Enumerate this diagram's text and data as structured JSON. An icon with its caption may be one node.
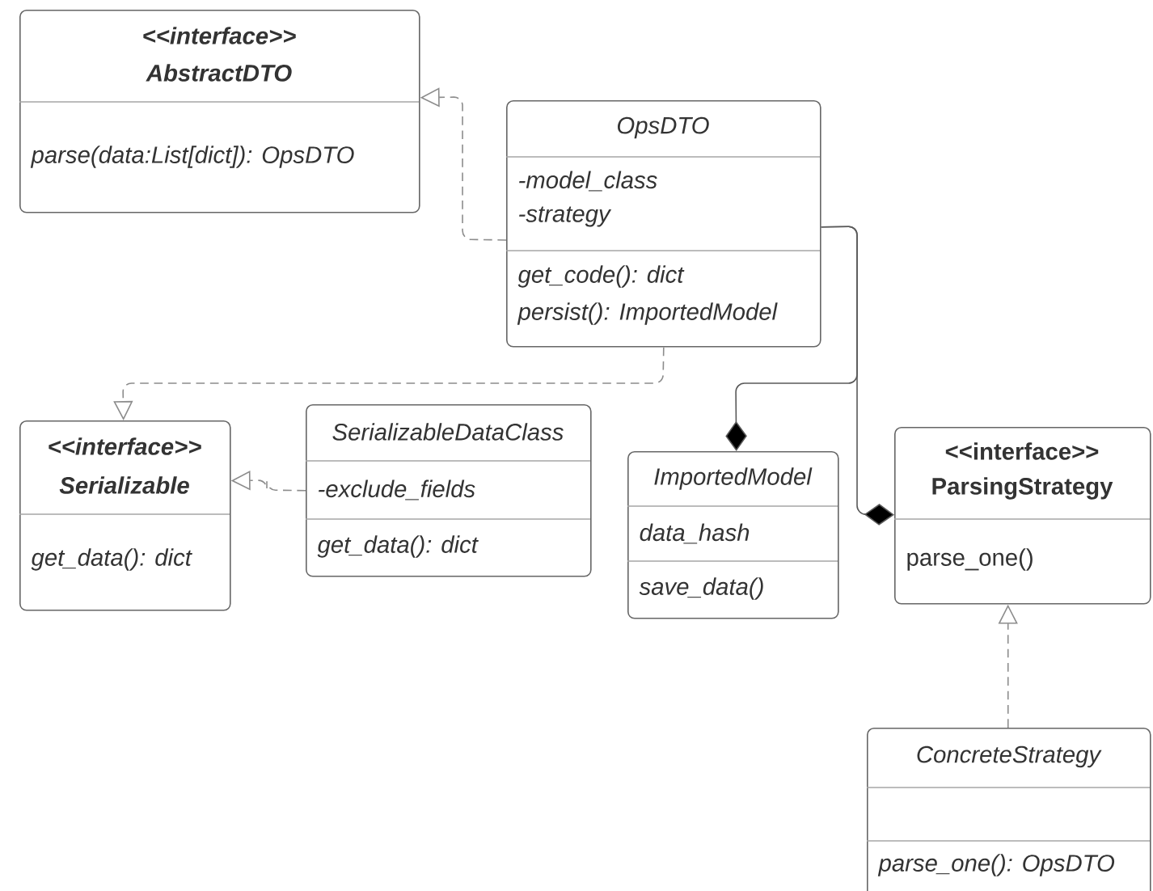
{
  "diagram": {
    "nodes": [
      {
        "text": [
          "<<interface>>",
          "AbstractDTO",
          "parse(data:List[dict]): OpsDTO"
        ]
      },
      {
        "text": [
          "OpsDTO",
          "-model_class",
          "-strategy",
          "get_code(): dict",
          "persist(): ImportedModel"
        ]
      },
      {
        "text": [
          "<<interface>>",
          "Serializable",
          "get_data(): dict"
        ]
      },
      {
        "text": [
          "SerializableDataClass",
          "-exclude_fields",
          "get_data(): dict"
        ]
      },
      {
        "text": [
          "ImportedModel",
          "data_hash",
          "save_data()"
        ]
      },
      {
        "text": [
          "<<interface>>",
          "ParsingStrategy",
          "parse_one()"
        ]
      },
      {
        "text": [
          "ConcreteStrategy",
          "parse_one(): OpsDTO"
        ]
      }
    ],
    "edges": [
      {
        "from": 1,
        "to": 0,
        "arrow": "to",
        "style": "dashed"
      },
      {
        "from": 1,
        "to": 2,
        "arrow": "to",
        "style": "dashed"
      },
      {
        "from": 3,
        "to": 2,
        "arrow": "to",
        "style": "dashed"
      },
      {
        "from": 1,
        "to": 4,
        "arrow": "other"
      },
      {
        "from": 1,
        "to": 5,
        "arrow": "other"
      },
      {
        "from": 6,
        "to": 5,
        "arrow": "to",
        "style": "dashed"
      }
    ]
  }
}
